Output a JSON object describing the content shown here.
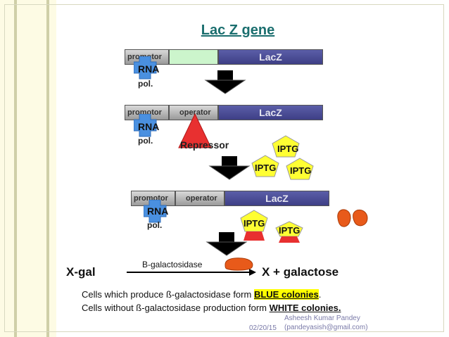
{
  "title": "Lac Z gene",
  "rows": [
    {
      "promotor": "promotor",
      "operator": "",
      "lacz": "LacZ",
      "rna": "RNA",
      "pol": "pol."
    },
    {
      "promotor": "promotor",
      "operator": "operator",
      "lacz": "LacZ",
      "rna": "RNA",
      "pol": "pol."
    },
    {
      "promotor": "promotor",
      "operator": "operator",
      "lacz": "LacZ",
      "rna": "RNA",
      "pol": "pol."
    }
  ],
  "repressor_label": "Repressor",
  "iptg_label": "IPTG",
  "reaction": {
    "substrate": "X-gal",
    "enzyme": "B-galactosidase",
    "products": "X + galactose"
  },
  "notes": {
    "line1_prefix": "Cells which produce ß-galactosidase form ",
    "line1_highlight": "BLUE colonies",
    "line1_suffix": ".",
    "line2_prefix": "Cells without ß-galactosidase production form ",
    "line2_highlight": "WHITE colonies."
  },
  "footer": {
    "author": "Asheesh Kumar Pandey",
    "email": "(pandeyasish@gmail.com)",
    "date": "02/20/15"
  },
  "colors": {
    "title": "#1a6e6e",
    "lacz": "#4a4c96",
    "rna_pol": "#4a90e0",
    "repressor": "#e83030",
    "iptg": "#ffff33",
    "enzyme_blob": "#e85a1a",
    "highlight": "#ffff00"
  }
}
